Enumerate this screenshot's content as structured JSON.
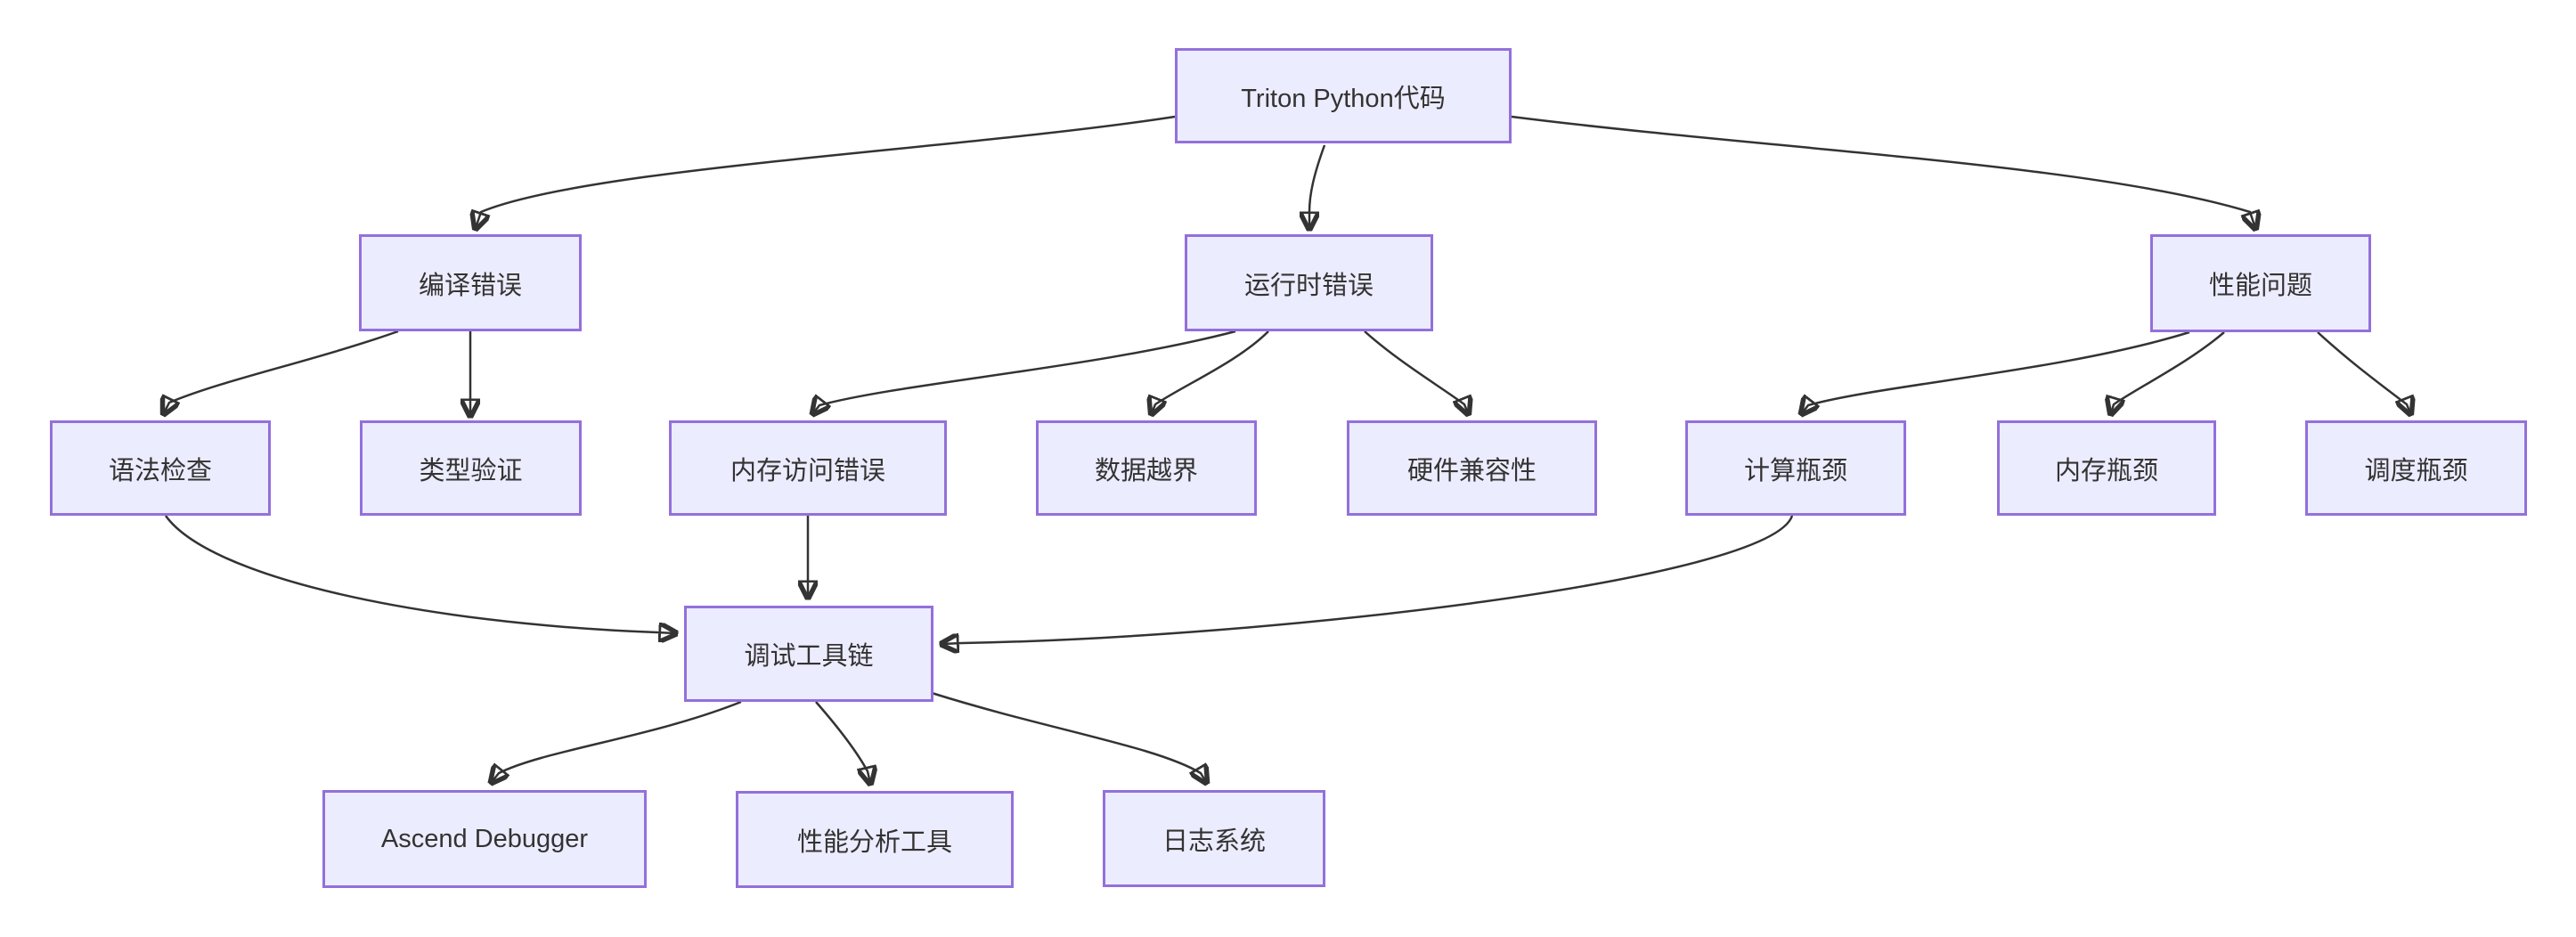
{
  "diagram": {
    "type": "flowchart",
    "direction": "top-down",
    "colors": {
      "node_fill": "#ECECFF",
      "node_border": "#9370DB",
      "edge_line": "#333333",
      "text": "#333333",
      "background": "#FFFFFF"
    },
    "nodes": [
      {
        "id": "triton-python-code",
        "label": "Triton Python代码"
      },
      {
        "id": "compile-errors",
        "label": "编译错误"
      },
      {
        "id": "runtime-errors",
        "label": "运行时错误"
      },
      {
        "id": "performance-issues",
        "label": "性能问题"
      },
      {
        "id": "syntax-check",
        "label": "语法检查"
      },
      {
        "id": "type-validation",
        "label": "类型验证"
      },
      {
        "id": "memory-access-error",
        "label": "内存访问错误"
      },
      {
        "id": "data-out-of-bounds",
        "label": "数据越界"
      },
      {
        "id": "hardware-compatibility",
        "label": "硬件兼容性"
      },
      {
        "id": "compute-bottleneck",
        "label": "计算瓶颈"
      },
      {
        "id": "memory-bottleneck",
        "label": "内存瓶颈"
      },
      {
        "id": "scheduling-bottleneck",
        "label": "调度瓶颈"
      },
      {
        "id": "debug-toolchain",
        "label": "调试工具链"
      },
      {
        "id": "ascend-debugger",
        "label": "Ascend Debugger"
      },
      {
        "id": "perf-analysis-tools",
        "label": "性能分析工具"
      },
      {
        "id": "log-system",
        "label": "日志系统"
      }
    ],
    "edges": [
      {
        "from": "triton-python-code",
        "to": "compile-errors"
      },
      {
        "from": "triton-python-code",
        "to": "runtime-errors"
      },
      {
        "from": "triton-python-code",
        "to": "performance-issues"
      },
      {
        "from": "compile-errors",
        "to": "syntax-check"
      },
      {
        "from": "compile-errors",
        "to": "type-validation"
      },
      {
        "from": "runtime-errors",
        "to": "memory-access-error"
      },
      {
        "from": "runtime-errors",
        "to": "data-out-of-bounds"
      },
      {
        "from": "runtime-errors",
        "to": "hardware-compatibility"
      },
      {
        "from": "performance-issues",
        "to": "compute-bottleneck"
      },
      {
        "from": "performance-issues",
        "to": "memory-bottleneck"
      },
      {
        "from": "performance-issues",
        "to": "scheduling-bottleneck"
      },
      {
        "from": "syntax-check",
        "to": "debug-toolchain"
      },
      {
        "from": "memory-access-error",
        "to": "debug-toolchain"
      },
      {
        "from": "compute-bottleneck",
        "to": "debug-toolchain"
      },
      {
        "from": "debug-toolchain",
        "to": "ascend-debugger"
      },
      {
        "from": "debug-toolchain",
        "to": "perf-analysis-tools"
      },
      {
        "from": "debug-toolchain",
        "to": "log-system"
      }
    ]
  }
}
